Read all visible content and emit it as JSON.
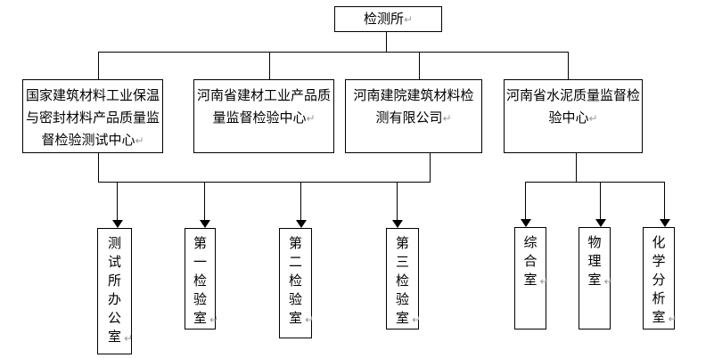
{
  "diagram": {
    "title_node": {
      "label": "检测所"
    },
    "departments": [
      {
        "label": "国家建筑材料工业保温与密封材料产品质量监督检验测试中心"
      },
      {
        "label": "河南省建材工业产品质量监督检验中心"
      },
      {
        "label": "河南建院建筑材料检测有限公司"
      },
      {
        "label": "河南省水泥质量监督检验中心"
      }
    ],
    "offices": [
      {
        "label": "测试所办公室"
      },
      {
        "label": "第一检验室"
      },
      {
        "label": "第二检验室"
      },
      {
        "label": "第三检验室"
      },
      {
        "label": "综合室"
      },
      {
        "label": "物理室"
      },
      {
        "label": "化学分析室"
      }
    ]
  },
  "icons": {
    "paragraph_return": "↵"
  },
  "colors": {
    "line": "#000000",
    "text": "#000000",
    "background": "#ffffff",
    "return_mark": "#9a9a9a"
  }
}
